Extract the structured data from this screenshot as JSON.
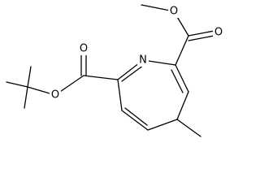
{
  "molecule": {
    "atom_labels": {
      "ring_nitrogen": "N",
      "left_ester_carbonyl_oxygen": "O",
      "left_ester_ether_oxygen": "O",
      "right_ester_carbonyl_oxygen": "O",
      "right_ester_ether_oxygen": "O"
    }
  }
}
